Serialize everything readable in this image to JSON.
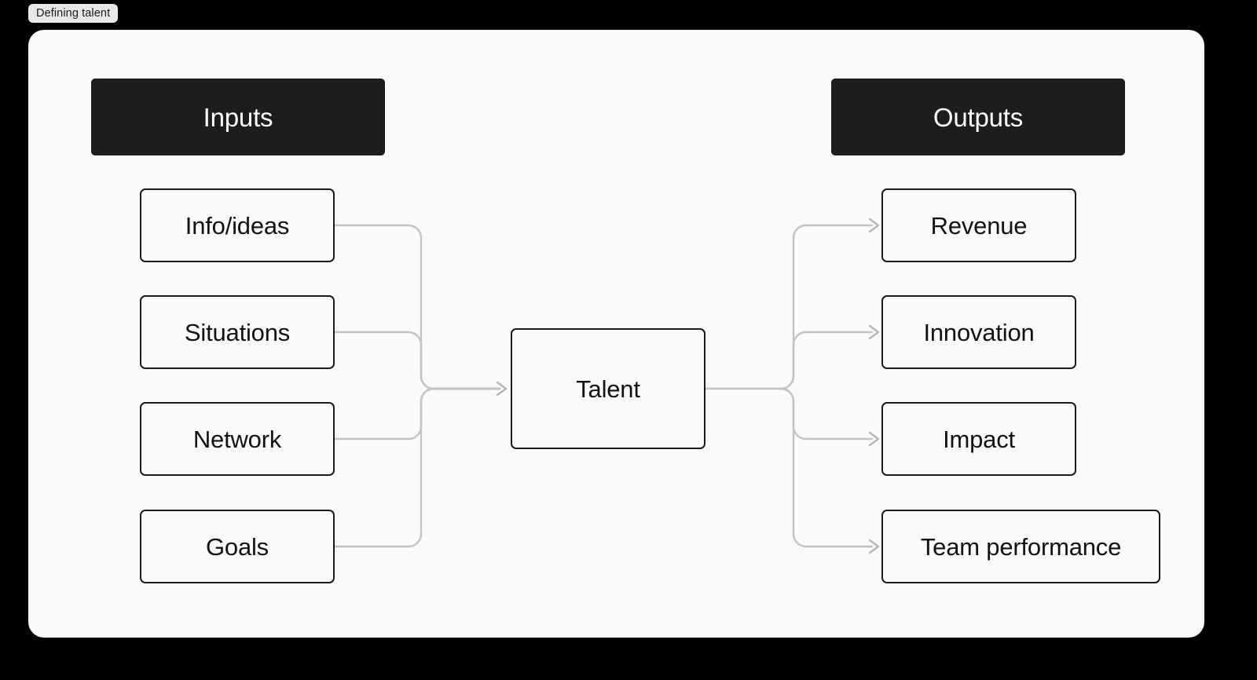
{
  "window": {
    "title": "Defining talent",
    "background_color": "#000000",
    "card_background": "#fafafa"
  },
  "diagram": {
    "type": "flow-diagram",
    "accent_dark": "#1d1d1d",
    "connector_color": "#c0c0c0",
    "node_border_color": "#1a1a1a",
    "inputs_header": "Inputs",
    "outputs_header": "Outputs",
    "center": {
      "label": "Talent"
    },
    "inputs": [
      {
        "label": "Info/ideas"
      },
      {
        "label": "Situations"
      },
      {
        "label": "Network"
      },
      {
        "label": "Goals"
      }
    ],
    "outputs": [
      {
        "label": "Revenue"
      },
      {
        "label": "Innovation"
      },
      {
        "label": "Impact"
      },
      {
        "label": "Team performance"
      }
    ],
    "edges": [
      {
        "from": "Info/ideas",
        "to": "Talent"
      },
      {
        "from": "Situations",
        "to": "Talent"
      },
      {
        "from": "Network",
        "to": "Talent"
      },
      {
        "from": "Goals",
        "to": "Talent"
      },
      {
        "from": "Talent",
        "to": "Revenue"
      },
      {
        "from": "Talent",
        "to": "Innovation"
      },
      {
        "from": "Talent",
        "to": "Impact"
      },
      {
        "from": "Talent",
        "to": "Team performance"
      }
    ]
  }
}
